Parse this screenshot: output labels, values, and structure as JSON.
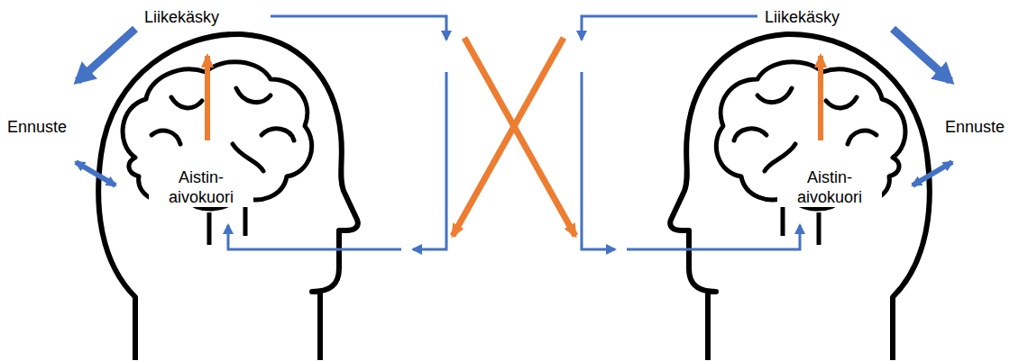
{
  "diagram": {
    "labels": [
      "Liikekäsky",
      "Ennuste",
      "Aistin- aivokuori",
      "Liikekäsky",
      "Ennuste",
      "Aistin- aivokuori"
    ]
  }
}
